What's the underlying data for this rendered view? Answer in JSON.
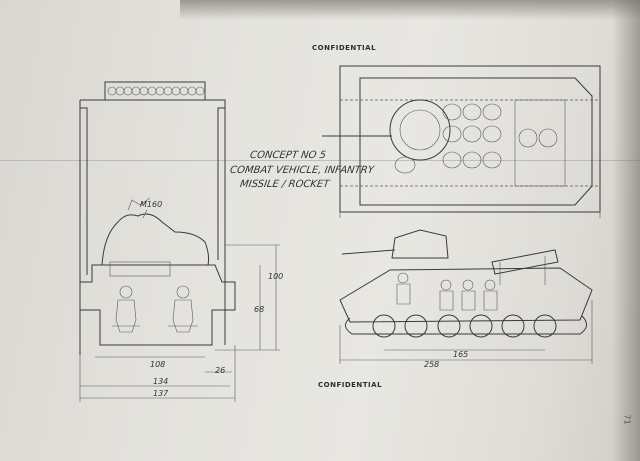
{
  "classification": {
    "top": "CONFIDENTIAL",
    "bottom": "CONFIDENTIAL"
  },
  "concept": {
    "line1": "CONCEPT NO 5",
    "line2": "COMBAT VEHICLE, INFANTRY",
    "line3": "MISSILE / ROCKET"
  },
  "front_view": {
    "weapon_label": "M160",
    "dim_height_total": "100",
    "dim_height_hull": "68",
    "dim_inner_width": "108",
    "dim_track_width": "26",
    "dim_hull_width": "134",
    "dim_overall_width": "137"
  },
  "side_view": {
    "dim_wheelbase": "165",
    "dim_length": "258"
  },
  "page_number": "71"
}
